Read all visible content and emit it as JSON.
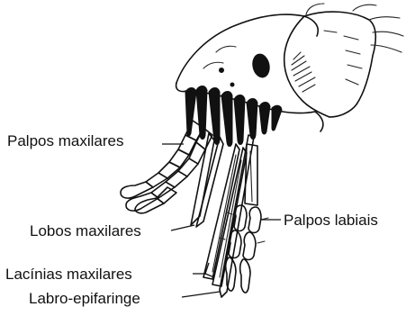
{
  "labels": {
    "palpos_maxilares": "Palpos maxilares",
    "lobos_maxilares": "Lobos maxilares",
    "lacinias_maxilares": "Lacínias maxilares",
    "labro_epifaringe": "Labro-epifaringe",
    "palpos_labiais": "Palpos labiais"
  },
  "colors": {
    "ink": "#111111",
    "background": "#ffffff"
  }
}
